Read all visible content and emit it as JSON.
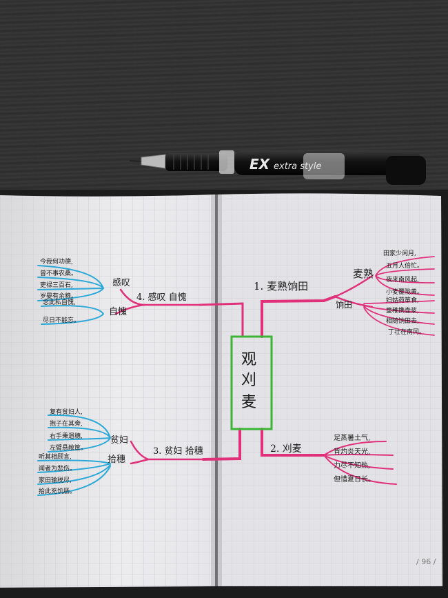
{
  "pen": {
    "brand": "EX",
    "model": "extra style"
  },
  "mindmap": {
    "center": [
      "观",
      "刈",
      "麦"
    ],
    "branches": {
      "b1": {
        "title": "1. 麦熟饷田",
        "sub1": "麦熟",
        "sub1_items": [
          "田家少闲月,",
          "五月人倍忙。",
          "夜来南风起,",
          "小麦覆陇黄。"
        ],
        "sub2": "饷田",
        "sub2_items": [
          "妇姑荷箪食,",
          "童稚携壶浆,",
          "相随饷田去,",
          "丁壮在南冈。"
        ]
      },
      "b2": {
        "title": "2. 刈麦",
        "items": [
          "足蒸暑土气,",
          "背灼炎天光,",
          "力尽不知热,",
          "但惜夏日长。"
        ]
      },
      "b3": {
        "title": "3. 贫妇 拾穗",
        "sub1": "贫妇",
        "sub1_items": [
          "复有贫妇人,",
          "抱子在其旁,",
          "右手秉遗穗,",
          "左臂悬敝筐。"
        ],
        "sub2": "拾穗",
        "sub2_items": [
          "听其相顾言,",
          "闻者为悲伤。",
          "家田输税尽,",
          "拾此充饥肠。"
        ]
      },
      "b4": {
        "title": "4. 感叹 自愧",
        "sub1": "感叹",
        "sub1_items": [
          "今我何功德,",
          "曾不事农桑。",
          "吏禄三百石,",
          "岁晏有余粮。"
        ],
        "sub2": "自愧",
        "sub2_items": [
          "念此私自愧,",
          "尽日不能忘。"
        ]
      }
    }
  },
  "page_number": "/ 96 /",
  "colors": {
    "branch": "#e0307a",
    "leaf": "#2aa8d8",
    "leaf_dark": "#1f6fb5",
    "center_box": "#3cb534",
    "ink": "#1a1a1a"
  }
}
